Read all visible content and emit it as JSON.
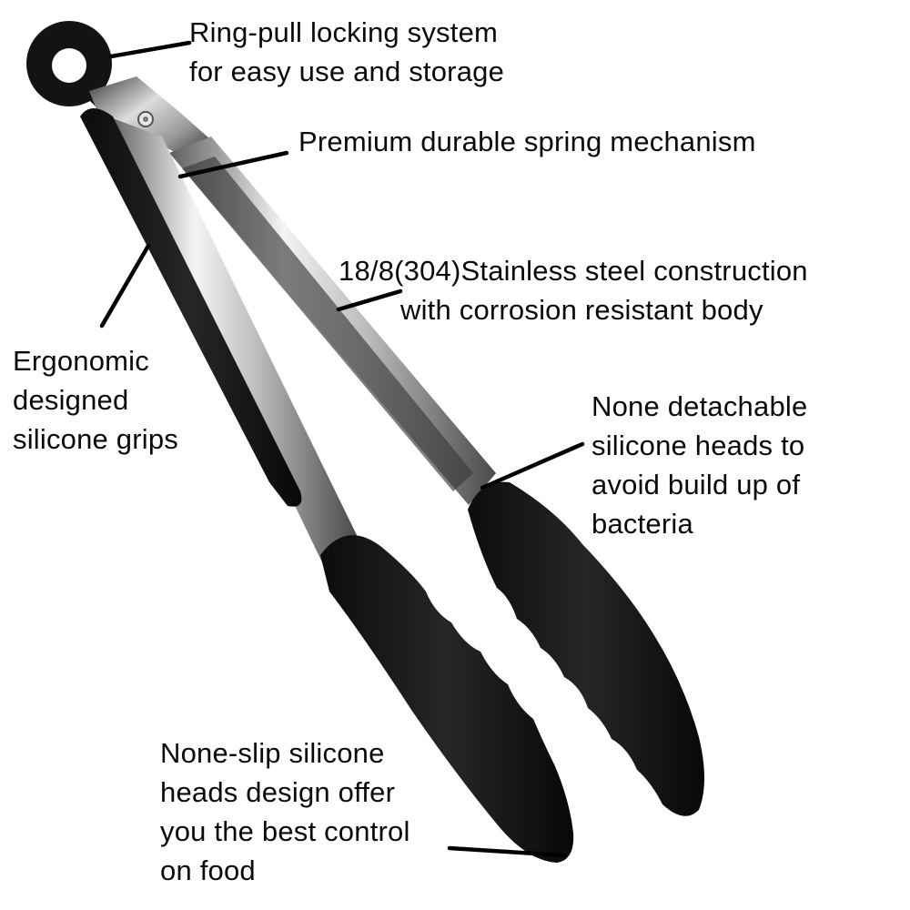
{
  "annotations": {
    "ring_pull": [
      "Ring-pull locking system",
      "for easy use and storage"
    ],
    "spring": [
      "Premium durable spring mechanism"
    ],
    "steel": [
      "18/8(304)Stainless steel construction",
      "with corrosion resistant body"
    ],
    "grips": [
      "Ergonomic",
      "designed",
      "silicone grips"
    ],
    "heads": [
      "None detachable",
      "silicone heads to",
      "avoid build up of",
      "bacteria"
    ],
    "nonslip": [
      "None-slip silicone",
      "heads design offer",
      "you the best control",
      "on food"
    ]
  },
  "colors": {
    "silicone": "#151515",
    "steel_light": "#e6e6e6",
    "steel_dark": "#6e6e6e",
    "text": "#0a0a0a",
    "background": "#ffffff"
  }
}
